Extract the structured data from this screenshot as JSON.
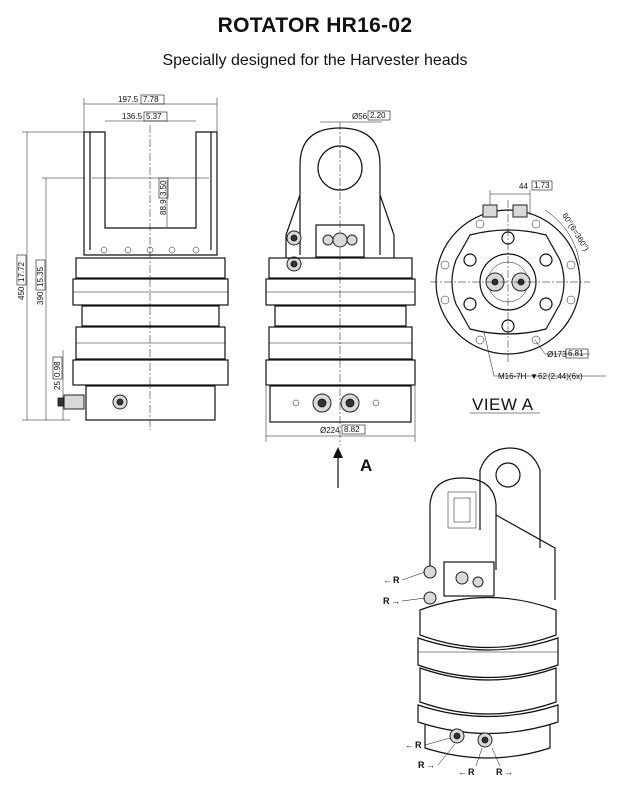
{
  "title": "ROTATOR  HR16-02",
  "subtitle": "Specially designed for the Harvester heads",
  "front_view": {
    "dim_width_outer": "197.5",
    "dim_width_outer_in": "7.78",
    "dim_width_inner": "136.5",
    "dim_width_inner_in": "5.37",
    "dim_pin_height": "88.9",
    "dim_pin_height_in": "3.50",
    "dim_height_total": "450",
    "dim_height_total_in": "17.72",
    "dim_height_body": "390",
    "dim_height_body_in": "15.35",
    "dim_height_base": "25",
    "dim_height_base_in": "0.98"
  },
  "side_view": {
    "dim_pin_diameter": "Ø56",
    "dim_pin_diameter_in": "2.20",
    "dim_diameter": "Ø224",
    "dim_diameter_in": "8.82",
    "view_arrow_label": "A"
  },
  "view_a": {
    "dim_spacing": "44",
    "dim_spacing_in": "1.73",
    "dim_angle": "60°(6=360°)",
    "dim_bolt_circle": "Ø173",
    "dim_bolt_circle_in": "6.81",
    "dim_thread": "M16-7H",
    "dim_thread_depth": "62",
    "dim_thread_depth_in": "(2.44)(6x)",
    "caption": "VIEW A"
  },
  "iso_view": {
    "port_labels": [
      "R",
      "R",
      "R",
      "R",
      "R",
      "R"
    ]
  }
}
